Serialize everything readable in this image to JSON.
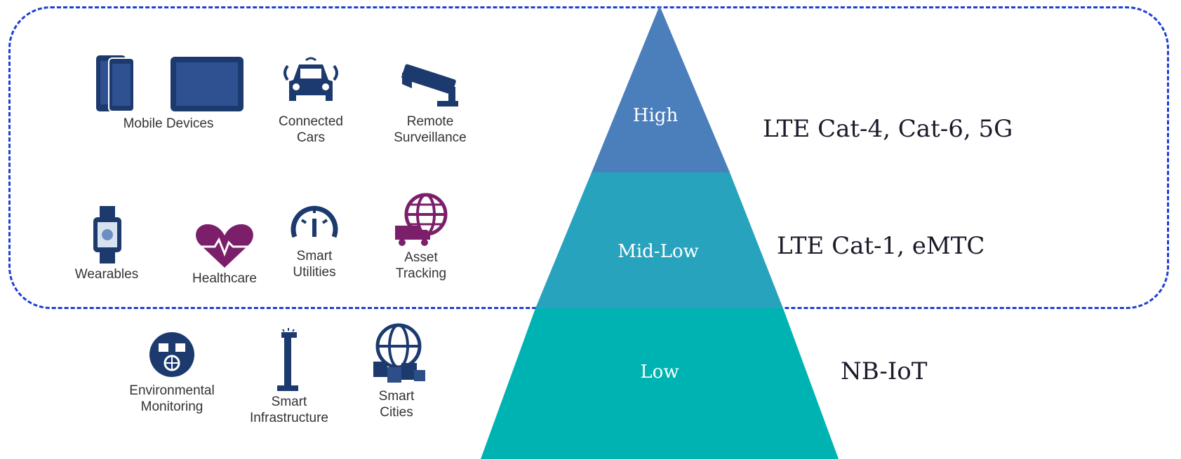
{
  "colors": {
    "high": "#4a7fbb",
    "mid_low": "#28a3be",
    "low": "#00b3b3",
    "dashed_border": "#1e3fd6",
    "icon_navy": "#1c3a6e",
    "icon_purple": "#7b1f6a"
  },
  "pyramid": {
    "tiers": [
      {
        "label": "High",
        "technology": "LTE Cat-4, Cat-6, 5G"
      },
      {
        "label": "Mid-Low",
        "technology": "LTE Cat-1, eMTC"
      },
      {
        "label": "Low",
        "technology": "NB-IoT"
      }
    ]
  },
  "devices": {
    "row1": [
      {
        "label": "Mobile Devices",
        "icon": "mobile-devices-icon"
      },
      {
        "label": "Connected\nCars",
        "icon": "connected-car-icon"
      },
      {
        "label": "Remote\nSurveillance",
        "icon": "surveillance-camera-icon"
      }
    ],
    "row2": [
      {
        "label": "Wearables",
        "icon": "smartwatch-icon"
      },
      {
        "label": "Healthcare",
        "icon": "heart-pulse-icon"
      },
      {
        "label": "Smart\nUtilities",
        "icon": "gauge-icon"
      },
      {
        "label": "Asset\nTracking",
        "icon": "globe-truck-icon"
      }
    ],
    "row3": [
      {
        "label": "Environmental\nMonitoring",
        "icon": "environment-globe-icon"
      },
      {
        "label": "Smart\nInfrastructure",
        "icon": "street-lamp-icon"
      },
      {
        "label": "Smart\nCities",
        "icon": "city-globe-icon"
      }
    ]
  }
}
